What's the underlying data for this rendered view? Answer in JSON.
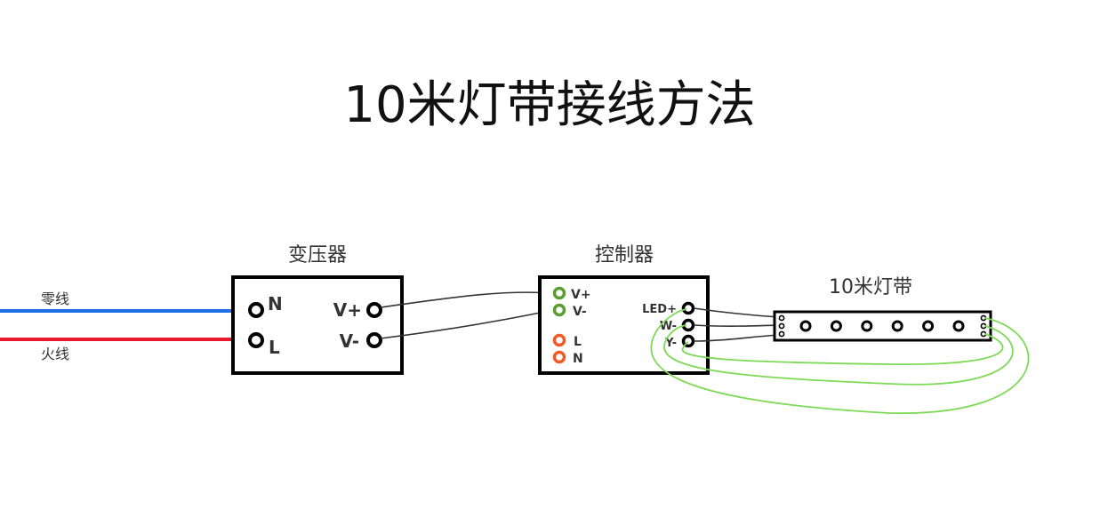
{
  "title": "10米灯带接线方法",
  "wires": {
    "neutral_label": "零线",
    "live_label": "火线",
    "neutral_color": "#1e6fe6",
    "live_color": "#e8192c",
    "lead_color": "#333333",
    "strip_return_color": "#7ed957"
  },
  "transformer": {
    "caption": "变压器",
    "N": "N",
    "L": "L",
    "Vplus": "V+",
    "Vminus": "V-"
  },
  "controller": {
    "caption": "控制器",
    "Vplus": "V+",
    "Vminus": "V-",
    "L": "L",
    "N": "N",
    "ledplus": "LED+",
    "wminus": "W-",
    "yminus": "Y-",
    "terminal_green": "#5a9e2f",
    "terminal_orange": "#f15a24"
  },
  "strip": {
    "caption": "10米灯带",
    "led_count": 6
  }
}
